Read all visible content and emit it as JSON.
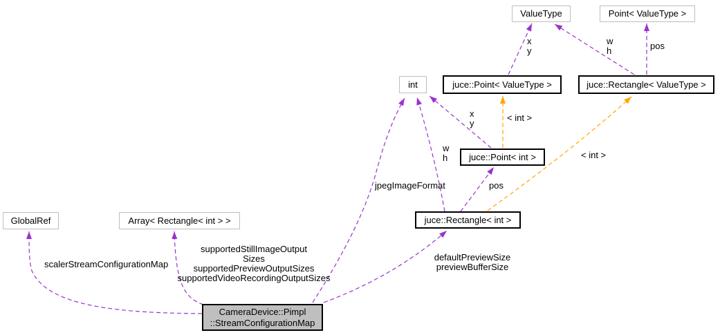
{
  "colors": {
    "usage_edge": "#9a32cd",
    "template_edge": "#ffa500",
    "documented_border": "#000000",
    "external_border": "#bebebe",
    "node_fill": "#ffffff",
    "focus_node_fill": "#bfbfbf",
    "background": "#ffffff"
  },
  "nodes": {
    "value_type": {
      "label": "ValueType"
    },
    "point_value_type": {
      "label": "Point< ValueType >"
    },
    "int_type": {
      "label": "int"
    },
    "juce_point_value_type": {
      "label": "juce::Point< ValueType >"
    },
    "juce_rectangle_value_type": {
      "label": "juce::Rectangle< ValueType >"
    },
    "juce_point_int": {
      "label": "juce::Point< int >"
    },
    "juce_rectangle_int": {
      "label": "juce::Rectangle< int >"
    },
    "global_ref": {
      "label": "GlobalRef"
    },
    "array_rectangle_int": {
      "label": "Array< Rectangle< int > >"
    },
    "main": {
      "line1": "CameraDevice::Pimpl",
      "line2": "::StreamConfigurationMap"
    }
  },
  "edge_labels": {
    "top_xy": {
      "line1": "x",
      "line2": "y"
    },
    "top_wh": {
      "line1": "w",
      "line2": "h"
    },
    "top_pos": "pos",
    "mid_xy": {
      "line1": "x",
      "line2": "y"
    },
    "mid_wh": {
      "line1": "w",
      "line2": "h"
    },
    "mid_pos": "pos",
    "template_point": "< int >",
    "template_rect": "< int >",
    "jpeg": "jpegImageFormat",
    "preview": {
      "line1": "defaultPreviewSize",
      "line2": "previewBufferSize"
    },
    "scaler": "scalerStreamConfigurationMap",
    "supported": {
      "line1": "supportedStillImageOutput",
      "line2": "Sizes",
      "line3": "supportedPreviewOutputSizes",
      "line4": "supportedVideoRecordingOutputSizes"
    }
  }
}
